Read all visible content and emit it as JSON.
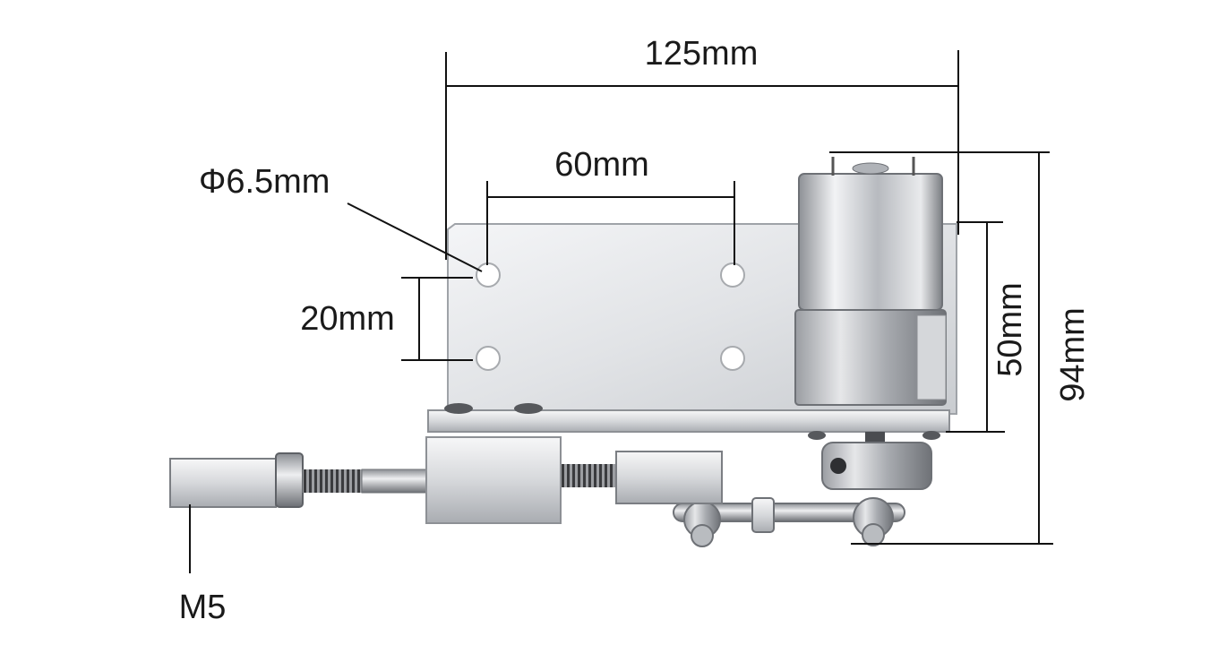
{
  "dimensions": {
    "overall_length": "125mm",
    "hole_spacing_horizontal": "60mm",
    "hole_diameter": "Φ6.5mm",
    "hole_spacing_vertical": "20mm",
    "motor_height": "50mm",
    "overall_height": "94mm",
    "thread": "M5"
  }
}
